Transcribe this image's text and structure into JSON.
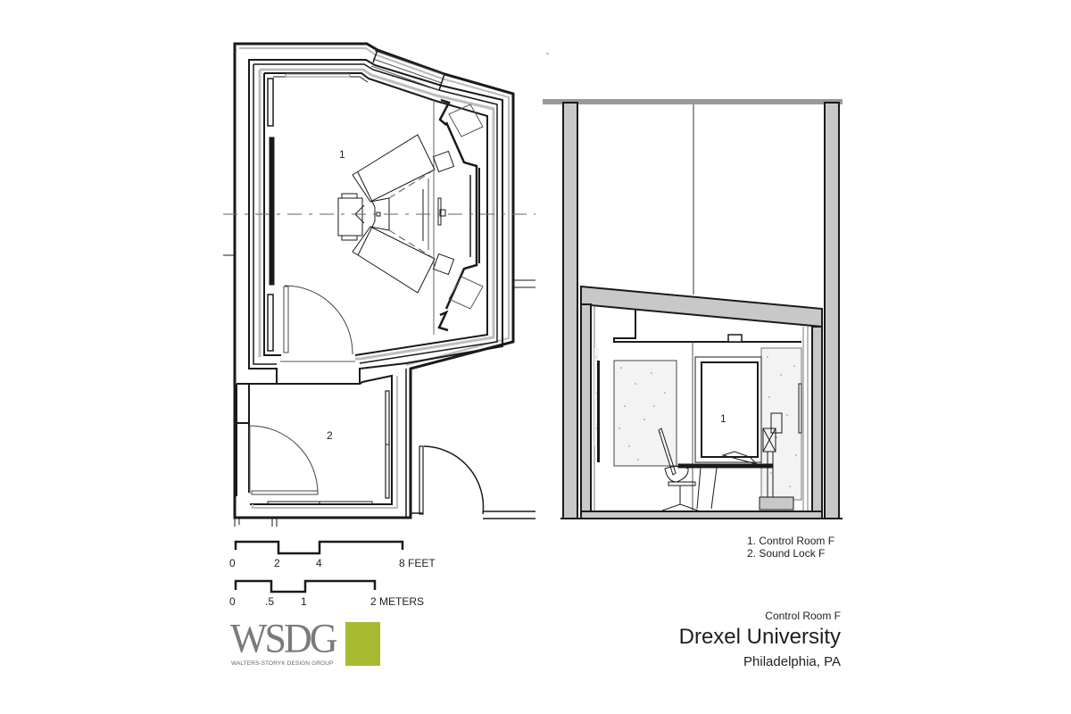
{
  "plan": {
    "room_labels": [
      {
        "id": "1",
        "label": "1"
      },
      {
        "id": "2",
        "label": "2"
      }
    ]
  },
  "section": {
    "room_label": "1"
  },
  "scale_bars": {
    "feet": {
      "ticks": [
        "0",
        "2",
        "4",
        "8 FEET"
      ]
    },
    "meters": {
      "ticks": [
        "0",
        ".5",
        "1",
        "2 METERS"
      ]
    }
  },
  "legend": {
    "items": [
      "1. Control Room F",
      "2. Sound Lock F"
    ]
  },
  "title_block": {
    "subtitle": "Control Room F",
    "title": "Drexel University",
    "location": "Philadelphia, PA"
  },
  "logo": {
    "wordmark": "WSDG",
    "tagline": "WALTERS-STORYK DESIGN GROUP",
    "accent_color": "#a8ba31"
  },
  "colors": {
    "line": "#1a1a1a",
    "wall_fill": "#c8c8c8",
    "insulation": "#bdbdbd"
  }
}
